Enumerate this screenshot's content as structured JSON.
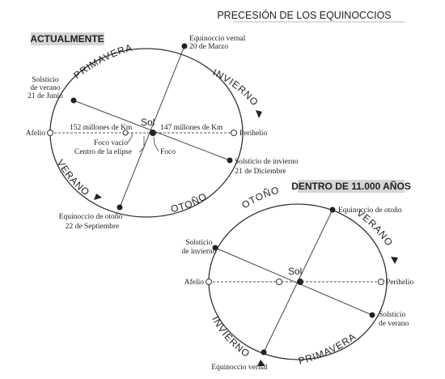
{
  "title": "PRECESIÓN DE LOS EQUINOCCIOS",
  "diagram1": {
    "label": "ACTUALMENTE",
    "seasons": {
      "primavera": "PRIMAVERA",
      "invierno": "INVIERNO",
      "verano": "VERANO",
      "otono": "OTOÑO"
    },
    "equinoccio_vernal": [
      "Equinoccio vernal",
      "20 de Marzo"
    ],
    "solsticio_verano": [
      "Solsticio",
      "de verano",
      "21 de Junio"
    ],
    "afelio": "Afelio",
    "perihelio": "Perihelio",
    "dist_afelio": "152 millones de Km",
    "dist_perihelio": "147 millones de Km",
    "sol": "Sol",
    "foco_vacio": "Foco vacío",
    "centro_elipse": "Centro de la elipse",
    "foco": "Foco",
    "solsticio_invierno": [
      "Solsticio de invierno",
      "21 de Diciembre"
    ],
    "equinoccio_otono": [
      "Equinoccio de otoño",
      "22 de Septiembre"
    ]
  },
  "diagram2": {
    "label": "DENTRO DE 11.000 AÑOS",
    "seasons": {
      "otono": "OTOÑO",
      "verano": "VERANO",
      "invierno": "INVIERNO",
      "primavera": "PRIMAVERA"
    },
    "equinoccio_otono": "Equinoccio de otoño",
    "solsticio_invierno": [
      "Solsticio",
      "de invierno"
    ],
    "afelio": "Afelio",
    "perihelio": "Perihelio",
    "sol": "Sol",
    "solsticio_verano": [
      "Solsticio",
      "de verano"
    ],
    "equinoccio_vernal": "Equinoccio vernal"
  }
}
